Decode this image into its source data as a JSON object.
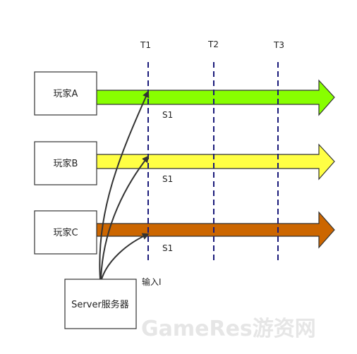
{
  "time_labels": [
    "T1",
    "T2",
    "T3"
  ],
  "players": [
    {
      "name": "玩家A",
      "arrow_color": "#88ff00",
      "segment_label": "S1"
    },
    {
      "name": "玩家B",
      "arrow_color": "#ffff44",
      "segment_label": "S1"
    },
    {
      "name": "玩家C",
      "arrow_color": "#cc6600",
      "segment_label": "S1"
    }
  ],
  "server": {
    "name": "Server服务器"
  },
  "input_label": "输入I",
  "watermark": "GameRes游资网",
  "colors": {
    "line": "#333333",
    "dashed_line": "#1a1a7a"
  },
  "icons": [
    "arrowhead"
  ]
}
